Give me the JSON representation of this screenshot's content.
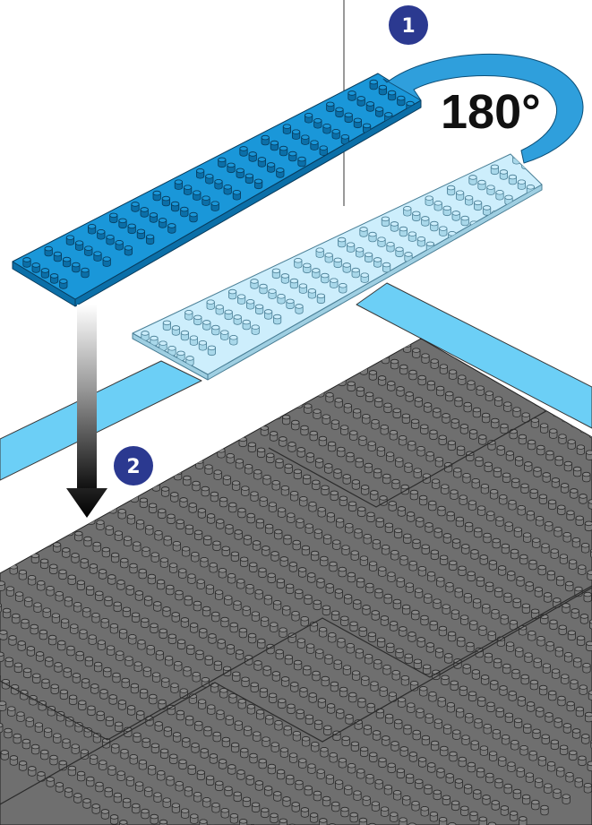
{
  "steps": [
    {
      "number": "1"
    },
    {
      "number": "2"
    }
  ],
  "rotation_label": "180°",
  "icons": [
    "rotate-arrow-icon",
    "down-arrow-icon"
  ],
  "colors": {
    "plate_blue": "#1a97d9",
    "plate_blue_dark": "#0b6fa8",
    "plate_light": "#cdeefc",
    "plate_light_stroke": "#4a7f96",
    "floor_gray": "#6f6f6f",
    "floor_stud": "#8a8a8a",
    "strip_blue": "#6ccff6",
    "badge_navy": "#2b3990",
    "rotate_arrow": "#2f9fdc"
  }
}
